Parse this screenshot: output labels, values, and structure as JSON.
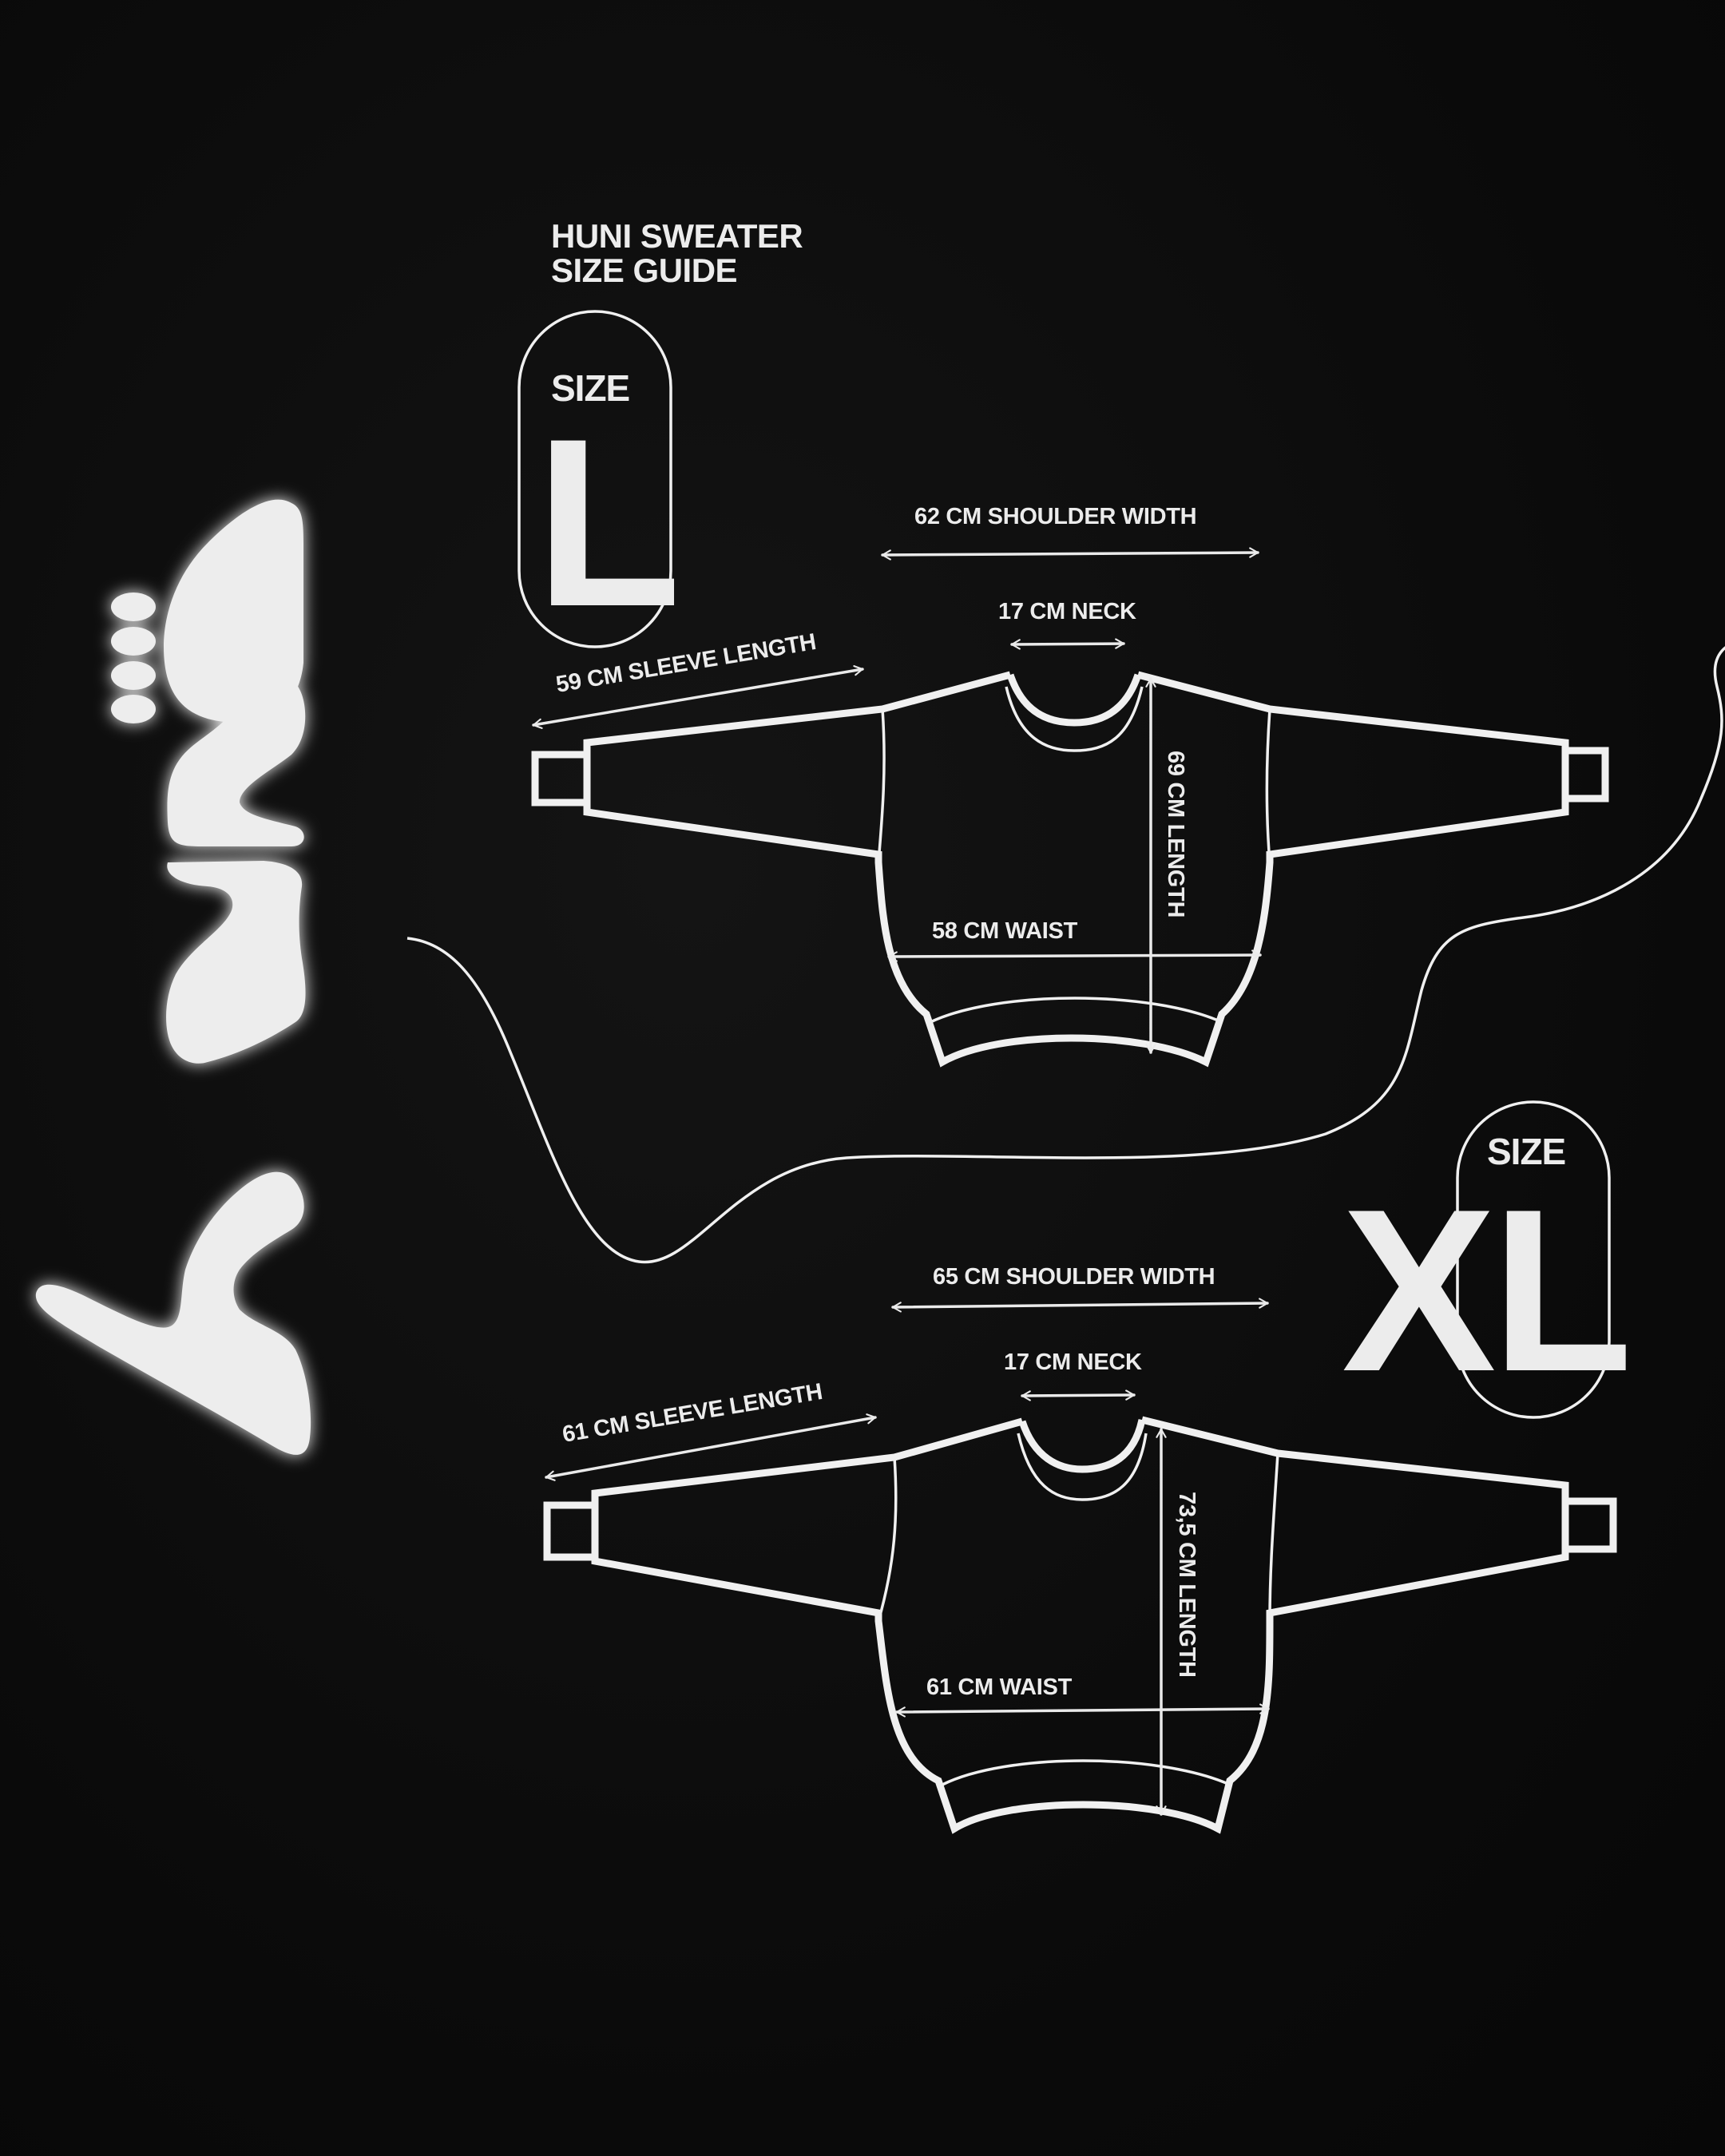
{
  "header": {
    "title_line1": "HUNI SWEATER",
    "title_line2": "SIZE GUIDE"
  },
  "brand": {
    "logo": "huni-wordmark-blob-logo"
  },
  "colors": {
    "background": "#0b0b0b",
    "foreground": "#ececec"
  },
  "sizes": [
    {
      "label": "SIZE",
      "size": "L",
      "shoulder_width": "62 CM SHOULDER WIDTH",
      "neck": "17 CM NECK",
      "sleeve_length": "59 CM SLEEVE LENGTH",
      "length": "69 CM LENGTH",
      "waist": "58 CM WAIST"
    },
    {
      "label": "SIZE",
      "size": "XL",
      "shoulder_width": "65 CM SHOULDER WIDTH",
      "neck": "17 CM NECK",
      "sleeve_length": "61 CM SLEEVE LENGTH",
      "length": "73,5 CM LENGTH",
      "waist": "61 CM WAIST"
    }
  ],
  "chart_data": {
    "type": "table",
    "title": "HUNI SWEATER SIZE GUIDE",
    "columns": [
      "Size",
      "Shoulder width (cm)",
      "Neck (cm)",
      "Sleeve length (cm)",
      "Length (cm)",
      "Waist (cm)"
    ],
    "rows": [
      [
        "L",
        62,
        17,
        59,
        69,
        58
      ],
      [
        "XL",
        65,
        17,
        61,
        73.5,
        61
      ]
    ]
  }
}
